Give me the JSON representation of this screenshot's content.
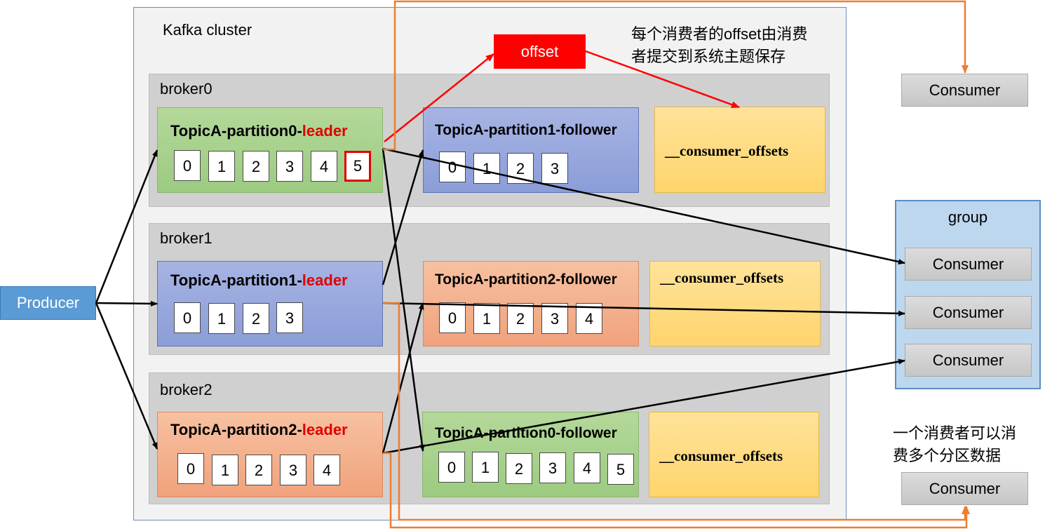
{
  "cluster": {
    "title": "Kafka cluster"
  },
  "brokers": [
    {
      "label": "broker0",
      "leader": {
        "prefix": "TopicA-partition0-",
        "suffix": "leader",
        "cells": [
          "0",
          "1",
          "2",
          "3",
          "4",
          "5"
        ],
        "highlighted_cell": "5"
      },
      "follower": {
        "title": "TopicA-partition1-follower",
        "cells": [
          "0",
          "1",
          "2",
          "3"
        ]
      },
      "offsets": {
        "label": "__consumer_offsets"
      }
    },
    {
      "label": "broker1",
      "leader": {
        "prefix": "TopicA-partition1-",
        "suffix": "leader",
        "cells": [
          "0",
          "1",
          "2",
          "3"
        ]
      },
      "follower": {
        "title": "TopicA-partition2-follower",
        "cells": [
          "0",
          "1",
          "2",
          "3",
          "4"
        ]
      },
      "offsets": {
        "label": "__consumer_offsets"
      }
    },
    {
      "label": "broker2",
      "leader": {
        "prefix": "TopicA-partition2-",
        "suffix": "leader",
        "cells": [
          "0",
          "1",
          "2",
          "3",
          "4"
        ]
      },
      "follower": {
        "title": "TopicA-partition0-follower",
        "cells": [
          "0",
          "1",
          "2",
          "3",
          "4",
          "5"
        ]
      },
      "offsets": {
        "label": "__consumer_offsets"
      }
    }
  ],
  "offset_box": {
    "label": "offset"
  },
  "notes": {
    "offset_note_line1": "每个消费者的offset由消费",
    "offset_note_line2": "者提交到系统主题保存",
    "partition_note_line1": "一个消费者可以消",
    "partition_note_line2": "费多个分区数据"
  },
  "producer": {
    "label": "Producer"
  },
  "group": {
    "title": "group",
    "consumers": [
      "Consumer",
      "Consumer",
      "Consumer"
    ]
  },
  "consumer_top": {
    "label": "Consumer"
  },
  "consumer_bottom": {
    "label": "Consumer"
  },
  "colors": {
    "accent_red": "#ff0000",
    "orange_line": "#ed7d31",
    "producer_blue": "#5b9bd5",
    "group_blue": "#bdd7ee"
  }
}
